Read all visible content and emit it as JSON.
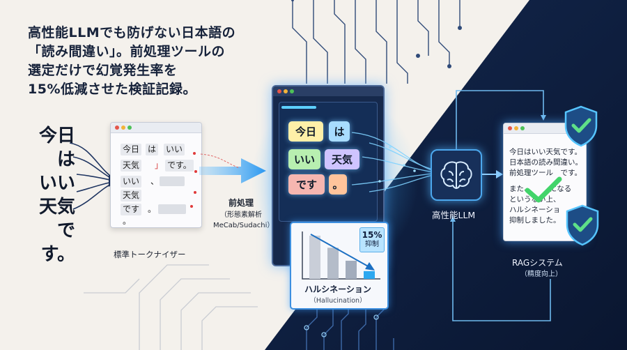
{
  "headline": {
    "line1": "高性能LLMでも防げない日本語の",
    "line2": "「読み間違い」。前処理ツールの",
    "line3": "選定だけで幻覚発生率を",
    "line4": "15%低減させた検証記録。"
  },
  "input_text": [
    "今日",
    "は",
    "いい",
    "天気",
    "です。"
  ],
  "tokenizer": {
    "tokens": [
      "今日",
      "は",
      "いい",
      "天気",
      "」",
      "です。",
      "いい",
      "、",
      "天気",
      "です",
      "。",
      "。"
    ],
    "label": "標準トークナイザー"
  },
  "preprocess": {
    "title": "前処理",
    "subtitle": "（形態素解析",
    "tools": "MeCab/Sudachi）"
  },
  "chips": [
    "今日",
    "は",
    "いい",
    "天気",
    "です",
    "。"
  ],
  "hallucination": {
    "label": "ハルシネーション",
    "sublabel": "（Hallucination）",
    "badge_value": "15%",
    "badge_text": "抑制",
    "bars": [
      1.0,
      0.72,
      0.42,
      0.18
    ]
  },
  "llm": {
    "label": "高性能LLM"
  },
  "rag": {
    "lines": [
      "今日はいい天気です。",
      "日本語の読み間違い。",
      "前処理ツール　です。",
      "また、　　　になる",
      "というない上、",
      "ハルシネーショ",
      "抑制しました。"
    ],
    "label": "RAGシステム",
    "sublabel": "（精度向上）"
  },
  "colors": {
    "navy": "#0f1d3a",
    "accent": "#37b6ff",
    "green": "#42d46a",
    "chip_yellow": "#fff0a8",
    "chip_blue": "#a8dcff",
    "chip_green": "#b8efb0",
    "chip_pink": "#f6b6b0",
    "chip_purple": "#cfc4ff",
    "chip_orange": "#ffc49b",
    "red": "#e03a3a"
  }
}
